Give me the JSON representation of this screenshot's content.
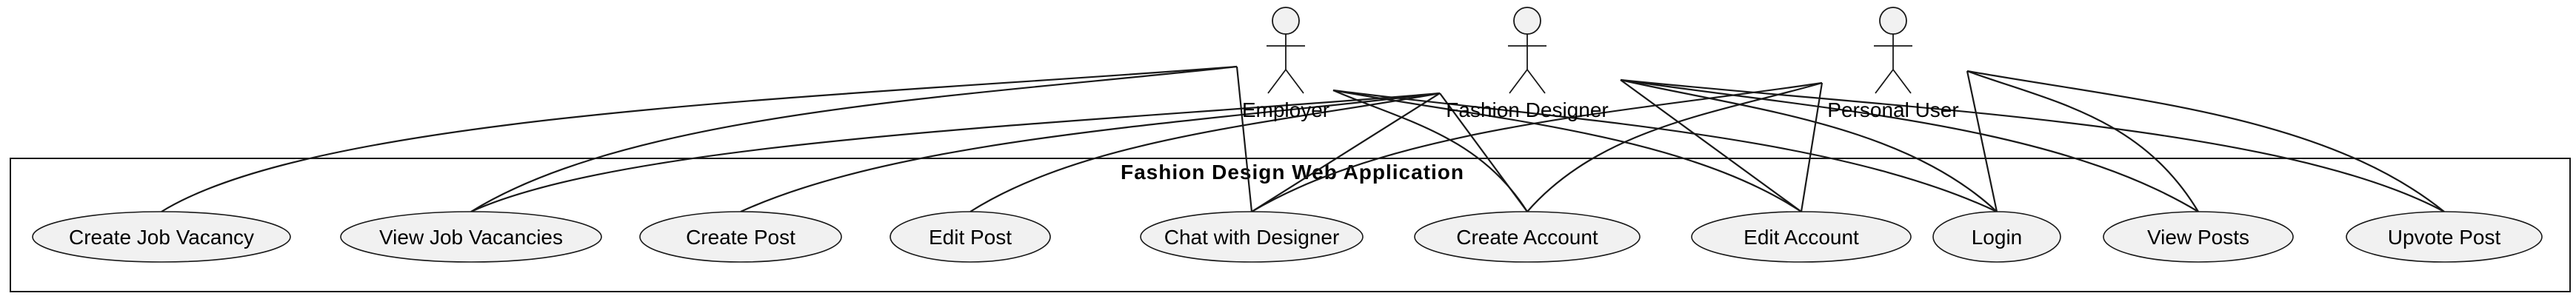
{
  "system": {
    "title": "Fashion Design Web Application"
  },
  "actors": [
    {
      "id": "employer",
      "label": "Employer"
    },
    {
      "id": "designer",
      "label": "Fashion Designer"
    },
    {
      "id": "personal",
      "label": "Personal User"
    }
  ],
  "use_cases": [
    {
      "id": "create-job-vacancy",
      "label": "Create Job Vacancy"
    },
    {
      "id": "view-job-vacancies",
      "label": "View Job Vacancies"
    },
    {
      "id": "create-post",
      "label": "Create Post"
    },
    {
      "id": "edit-post",
      "label": "Edit Post"
    },
    {
      "id": "chat-with-designer",
      "label": "Chat with Designer"
    },
    {
      "id": "create-account",
      "label": "Create Account"
    },
    {
      "id": "edit-account",
      "label": "Edit Account"
    },
    {
      "id": "login",
      "label": "Login"
    },
    {
      "id": "view-posts",
      "label": "View Posts"
    },
    {
      "id": "upvote-post",
      "label": "Upvote Post"
    }
  ],
  "associations": [
    {
      "actor": "employer",
      "use_case": "create-job-vacancy"
    },
    {
      "actor": "employer",
      "use_case": "view-job-vacancies"
    },
    {
      "actor": "employer",
      "use_case": "chat-with-designer"
    },
    {
      "actor": "employer",
      "use_case": "create-account"
    },
    {
      "actor": "employer",
      "use_case": "edit-account"
    },
    {
      "actor": "employer",
      "use_case": "login"
    },
    {
      "actor": "designer",
      "use_case": "view-job-vacancies"
    },
    {
      "actor": "designer",
      "use_case": "create-post"
    },
    {
      "actor": "designer",
      "use_case": "edit-post"
    },
    {
      "actor": "designer",
      "use_case": "chat-with-designer"
    },
    {
      "actor": "designer",
      "use_case": "create-account"
    },
    {
      "actor": "designer",
      "use_case": "edit-account"
    },
    {
      "actor": "designer",
      "use_case": "login"
    },
    {
      "actor": "designer",
      "use_case": "view-posts"
    },
    {
      "actor": "designer",
      "use_case": "upvote-post"
    },
    {
      "actor": "personal",
      "use_case": "chat-with-designer"
    },
    {
      "actor": "personal",
      "use_case": "create-account"
    },
    {
      "actor": "personal",
      "use_case": "edit-account"
    },
    {
      "actor": "personal",
      "use_case": "login"
    },
    {
      "actor": "personal",
      "use_case": "view-posts"
    },
    {
      "actor": "personal",
      "use_case": "upvote-post"
    }
  ]
}
